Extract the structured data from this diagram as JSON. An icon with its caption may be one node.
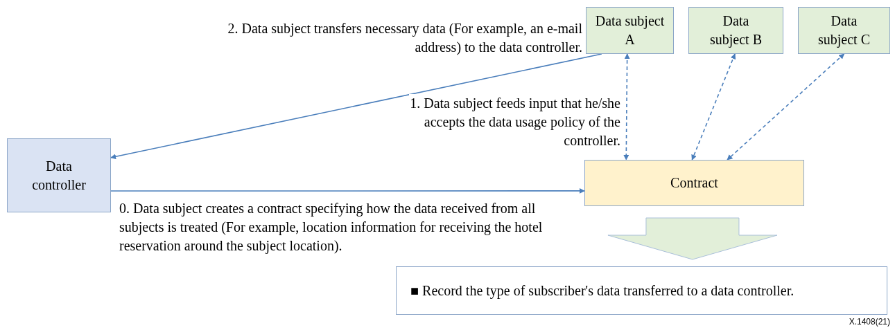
{
  "diagram": {
    "nodes": [
      {
        "text": [
          "Data subject A"
        ]
      },
      {
        "text": [
          "Data subject B"
        ]
      },
      {
        "text": [
          "Data subject C"
        ]
      },
      {
        "text": [
          "Data controller"
        ]
      },
      {
        "text": [
          "Contract"
        ]
      },
      {
        "text": [
          "■ Record the type of subscriber's data transferred to a data controller."
        ]
      }
    ],
    "edges": [
      {
        "from": 0,
        "to": 3,
        "arrow": "to",
        "label": "2. Data subject transfers necessary data (For example, an e-mail address) to the data controller."
      },
      {
        "from": 3,
        "to": 4,
        "arrow": "to",
        "label": "0. Data subject creates a contract specifying how the data received from all subjects is treated (For example, location information for receiving the hotel reservation around the subject location)."
      },
      {
        "from": 0,
        "to": 4,
        "arrow": "both",
        "style": "dashed",
        "label": "1. Data subject feeds input that he/she accepts the data usage policy of the controller."
      },
      {
        "from": 1,
        "to": 4,
        "arrow": "both",
        "style": "dashed"
      },
      {
        "from": 2,
        "to": 4,
        "arrow": "both",
        "style": "dashed"
      },
      {
        "from": 4,
        "to": 5,
        "arrow": "to",
        "style": "thick",
        "color": "#e2efd9"
      }
    ],
    "labels": [
      "X.1408(21)"
    ]
  }
}
